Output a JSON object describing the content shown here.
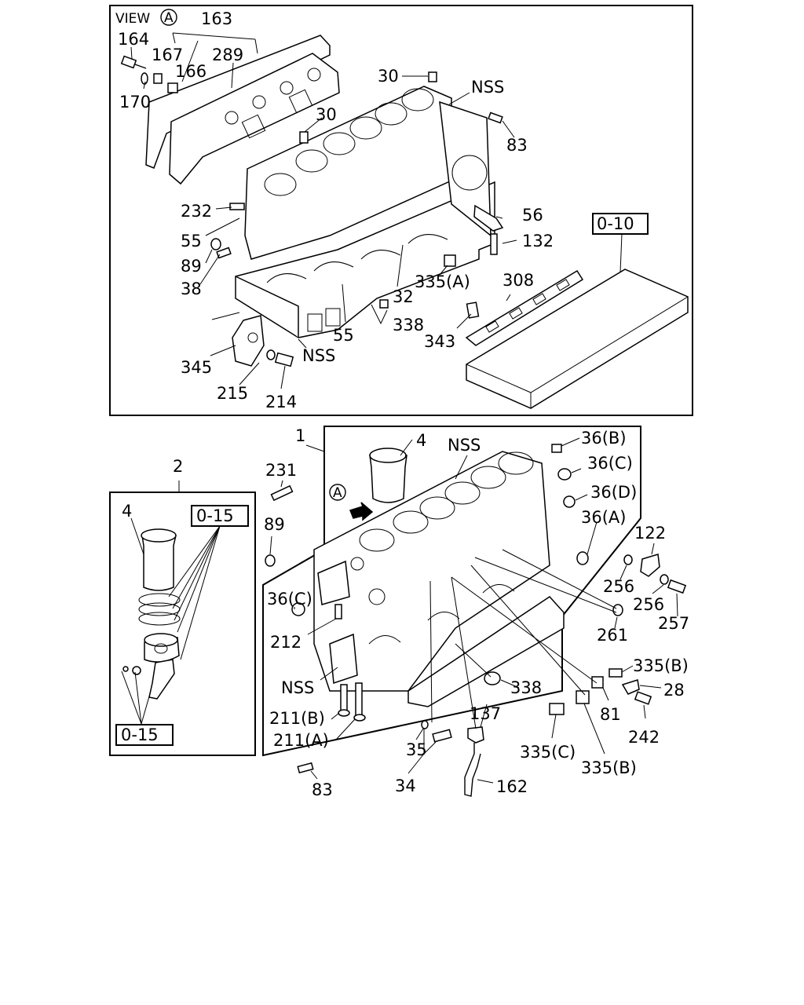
{
  "view_label": "VIEW",
  "view_marker": "A",
  "callouts": {
    "c163": "163",
    "c164": "164",
    "c167": "167",
    "c289": "289",
    "c166": "166",
    "c170": "170",
    "c30a": "30",
    "c30b": "30",
    "nss1": "NSS",
    "c83a": "83",
    "c232": "232",
    "c56": "56",
    "c55a": "55",
    "c132": "132",
    "c89a": "89",
    "c38": "38",
    "c32": "32",
    "c335a": "335(A)",
    "c308": "308",
    "c55b": "55",
    "c338a": "338",
    "c343": "343",
    "c345": "345",
    "nss2": "NSS",
    "c215": "215",
    "c214": "214",
    "c1": "1",
    "c4a": "4",
    "nss3": "NSS",
    "c36b": "36(B)",
    "c36c1": "36(C)",
    "c36d": "36(D)",
    "c36a": "36(A)",
    "c2": "2",
    "c231": "231",
    "c122": "122",
    "c4b": "4",
    "c89b": "89",
    "c256a": "256",
    "c256b": "256",
    "c257": "257",
    "c36c2": "36(C)",
    "c261": "261",
    "c212": "212",
    "c335b1": "335(B)",
    "c28": "28",
    "nss4": "NSS",
    "c338b": "338",
    "c81": "81",
    "c211b": "211(B)",
    "c137": "137",
    "c242": "242",
    "c211a": "211(A)",
    "c35": "35",
    "c335c": "335(C)",
    "c335b2": "335(B)",
    "c34": "34",
    "c162": "162",
    "c83b": "83"
  },
  "ref_boxes": {
    "r010": "0-10",
    "r015a": "0-15",
    "r015b": "0-15"
  },
  "inset_marker": "A"
}
